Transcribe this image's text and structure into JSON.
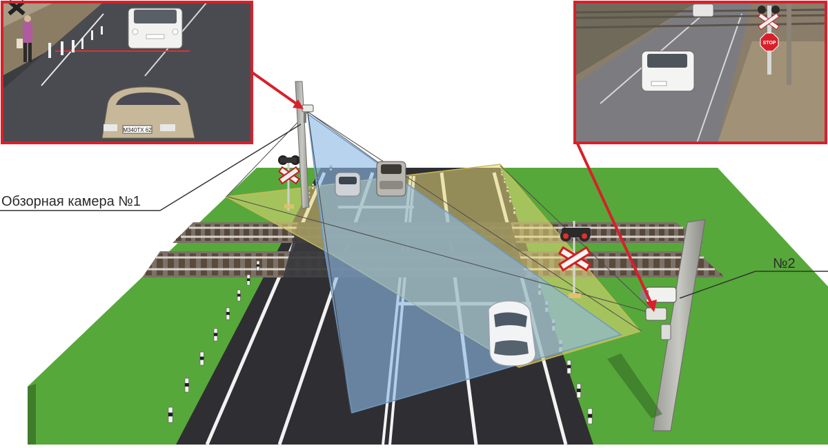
{
  "labels": {
    "camera1": "Обзорная камера №1",
    "camera2": "№2",
    "plate_inset1": "М340ТХ 62",
    "stop_sign": "STOP"
  },
  "colors": {
    "grass": "#57a83a",
    "asphalt": "#2f2f33",
    "rail": "#6e655c",
    "frame": "#d8202a",
    "fov_camera1": "#e4d77a",
    "fov_camera2": "#88b4e0"
  },
  "icons": {
    "camera1": "surveillance-camera-icon",
    "camera2": "surveillance-camera-icon",
    "railway_crossing_signal": "level-crossing-signal-icon",
    "stop_sign": "stop-sign-icon"
  }
}
